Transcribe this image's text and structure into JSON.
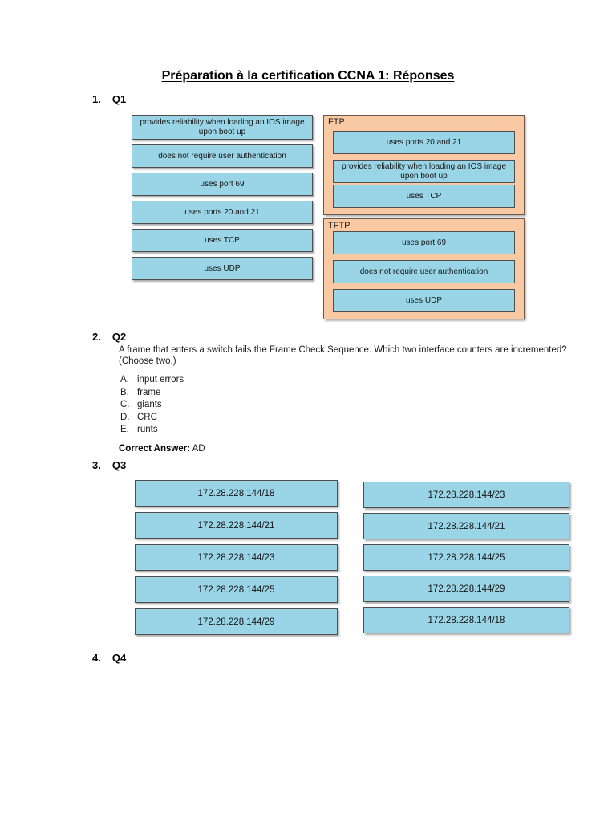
{
  "page": {
    "title": "Préparation à la certification CCNA 1: Réponses"
  },
  "colors": {
    "item_blue": "#99d5e6",
    "panel_peach": "#f8c9a2"
  },
  "q1": {
    "number": "1.",
    "label": "Q1",
    "source_items": [
      "provides reliability when loading an IOS image upon boot up",
      "does not require user authentication",
      "uses port 69",
      "uses ports 20 and 21",
      "uses TCP",
      "uses UDP"
    ],
    "targets": [
      {
        "label": "FTP",
        "items": [
          "uses ports 20 and 21",
          "provides reliability when loading an IOS image upon boot up",
          "uses TCP"
        ]
      },
      {
        "label": "TFTP",
        "items": [
          "uses port 69",
          "does not require user authentication",
          "uses UDP"
        ]
      }
    ]
  },
  "q2": {
    "number": "2.",
    "label": "Q2",
    "question_line1": "A frame that enters a switch fails the Frame Check Sequence. Which two interface counters are incremented?",
    "question_line2": "(Choose two.)",
    "choices": [
      {
        "letter": "A.",
        "text": "input errors"
      },
      {
        "letter": "B.",
        "text": "frame"
      },
      {
        "letter": "C.",
        "text": "giants"
      },
      {
        "letter": "D.",
        "text": "CRC"
      },
      {
        "letter": "E.",
        "text": "runts"
      }
    ],
    "answer_label": "Correct Answer:",
    "answer_value": "AD"
  },
  "q3": {
    "number": "3.",
    "label": "Q3",
    "left_items": [
      "172.28.228.144/18",
      "172.28.228.144/21",
      "172.28.228.144/23",
      "172.28.228.144/25",
      "172.28.228.144/29"
    ],
    "right_items": [
      "172.28.228.144/23",
      "172.28.228.144/21",
      "172.28.228.144/25",
      "172.28.228.144/29",
      "172.28.228.144/18"
    ]
  },
  "q4": {
    "number": "4.",
    "label": "Q4"
  }
}
